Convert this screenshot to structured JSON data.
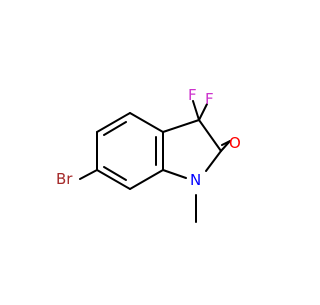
{
  "molecule": {
    "atoms": [
      {
        "id": "F1",
        "label": "F",
        "color": "#cc33cc"
      },
      {
        "id": "F2",
        "label": "F",
        "color": "#cc33cc"
      },
      {
        "id": "O",
        "label": "O",
        "color": "#ff0000"
      },
      {
        "id": "N",
        "label": "N",
        "color": "#0000ff"
      },
      {
        "id": "Br",
        "label": "Br",
        "color": "#a52a2a"
      }
    ],
    "bond_color": "#000000"
  }
}
